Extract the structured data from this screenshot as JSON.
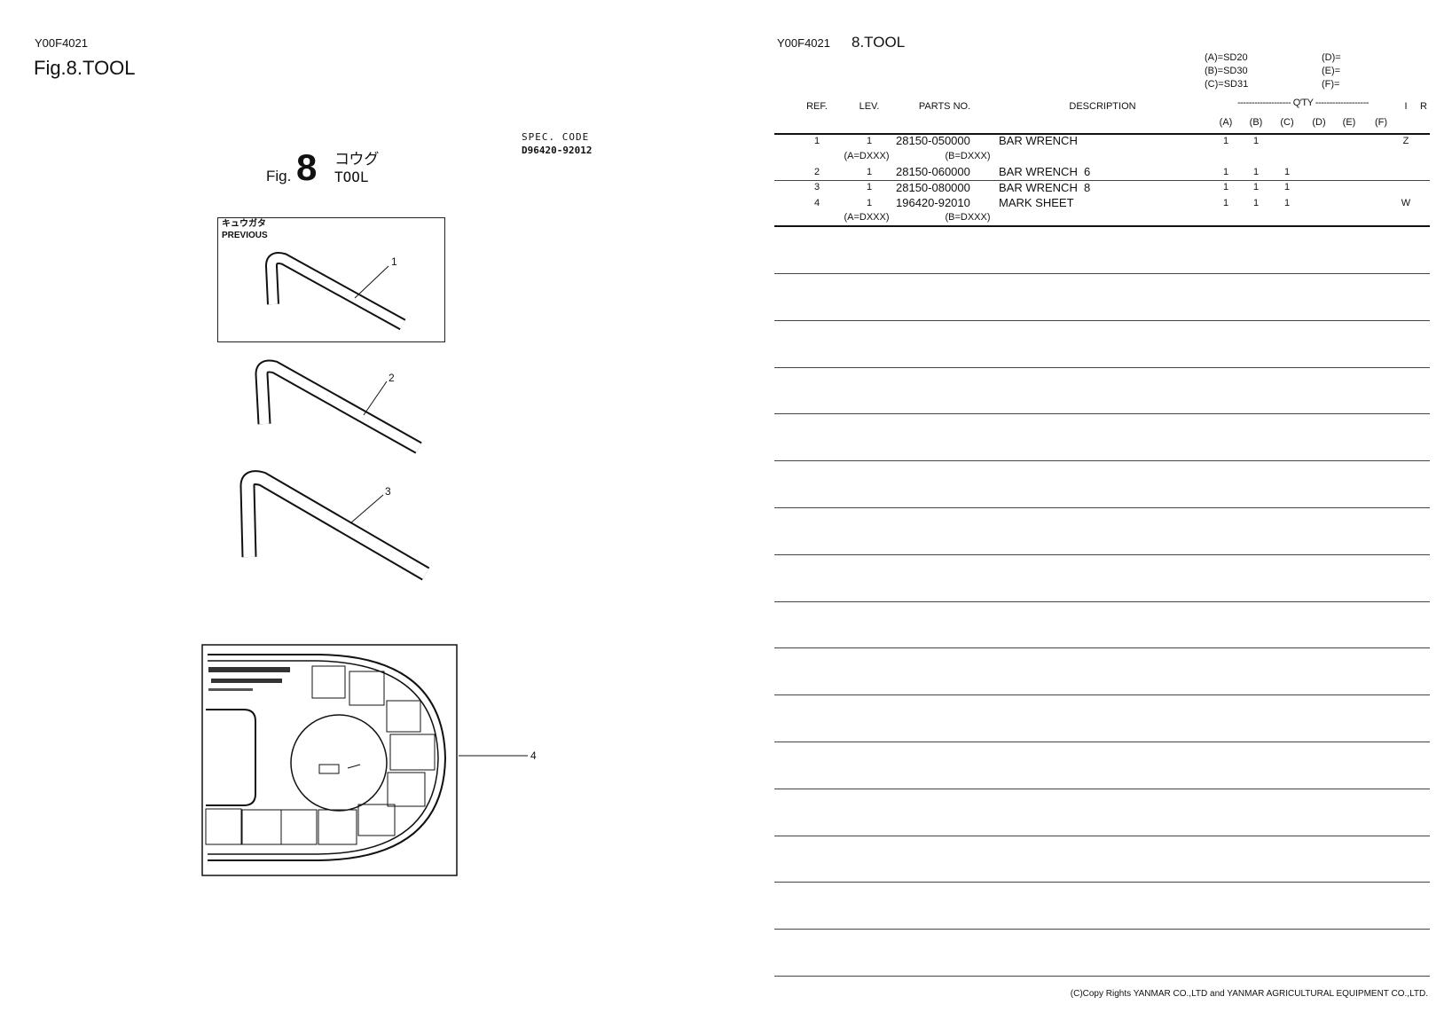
{
  "left_page": {
    "doc_code": "Y00F4021",
    "figure_title": "Fig.8.TOOL",
    "spec_code_label": "SPEC. CODE",
    "spec_code_value": "D96420-92012",
    "fig_prefix": "Fig.",
    "fig_number": "8",
    "fig_name_jp": "コウグ",
    "fig_name_en": "TOOL",
    "previous_box_jp": "キュウガタ",
    "previous_box_en": "PREVIOUS",
    "callouts": [
      "1",
      "2",
      "3",
      "4"
    ]
  },
  "right_page": {
    "doc_code": "Y00F4021",
    "section_title": "8.TOOL",
    "models": [
      {
        "key": "(A)=SD20"
      },
      {
        "key": "(B)=SD30"
      },
      {
        "key": "(C)=SD31"
      },
      {
        "key": "(D)="
      },
      {
        "key": "(E)="
      },
      {
        "key": "(F)="
      }
    ],
    "headers": {
      "ref": "REF.",
      "lev": "LEV.",
      "parts_no": "PARTS NO.",
      "description": "DESCRIPTION",
      "qty": "------------------- Q'TY -------------------",
      "qty_cols": [
        "(A)",
        "(B)",
        "(C)",
        "(D)",
        "(E)",
        "(F)"
      ],
      "i": "I",
      "r": "R"
    },
    "rows": [
      {
        "ref": "1",
        "lev": "1",
        "parts_no": "28150-050000",
        "description": "BAR WRENCH",
        "qty": [
          "1",
          "1",
          "",
          "",
          "",
          ""
        ],
        "i": "Z",
        "r": "",
        "serial_from": "(A=DXXX)",
        "serial_to": "(B=DXXX)"
      },
      {
        "ref": "2",
        "lev": "1",
        "parts_no": "28150-060000",
        "description": "BAR WRENCH  6",
        "qty": [
          "1",
          "1",
          "1",
          "",
          "",
          ""
        ],
        "i": "",
        "r": ""
      },
      {
        "ref": "3",
        "lev": "1",
        "parts_no": "28150-080000",
        "description": "BAR WRENCH  8",
        "qty": [
          "1",
          "1",
          "1",
          "",
          "",
          ""
        ],
        "i": "",
        "r": ""
      },
      {
        "ref": "4",
        "lev": "1",
        "parts_no": "196420-92010",
        "description": "MARK SHEET",
        "qty": [
          "1",
          "1",
          "1",
          "",
          "",
          ""
        ],
        "i": "W",
        "r": "",
        "serial_from": "(A=DXXX)",
        "serial_to": "(B=DXXX)"
      }
    ],
    "copyright": "(C)Copy Rights  YANMAR CO.,LTD and YANMAR AGRICULTURAL EQUIPMENT CO.,LTD."
  }
}
